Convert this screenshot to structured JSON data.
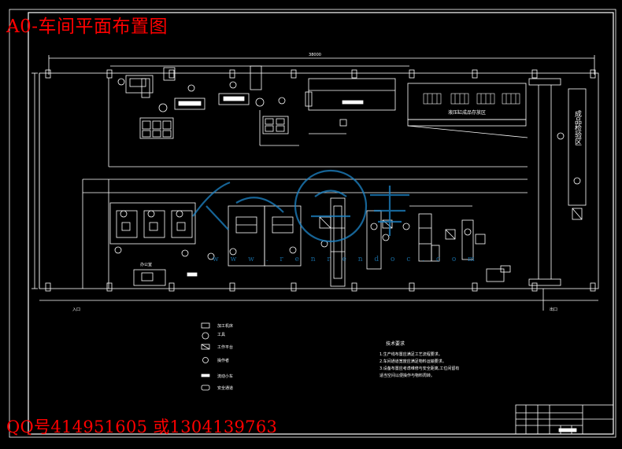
{
  "title": "A0-车间平面布置图",
  "contact": "QQ号414951605 或1304139763",
  "colors": {
    "background": "#000000",
    "line": "#ffffff",
    "overlay_text": "#ff0000",
    "watermark": "#1e86c8"
  },
  "watermark_url": "w w w . r e n r e n d o c . c o m",
  "areas": {
    "storage_zone": "液压缸成品存放区",
    "vertical_zone": "成品检验区"
  },
  "legend": {
    "items": [
      "加工机床",
      "工具",
      "工作平台",
      "操作者",
      "流动小车",
      "安全通道"
    ]
  },
  "notes": {
    "title": "技术要求",
    "lines": [
      "1.生产线布置应满足工艺流程要求。",
      "2.车间通道宽度应满足物料运输要求。",
      "3.设备布置应考虑维修与安全距离,工位间留有",
      "  适当空间以便操作与物料周转。"
    ]
  },
  "labels": {
    "entrance": "入口",
    "exit": "出口",
    "office": "办公室",
    "dim_total": "38000"
  }
}
